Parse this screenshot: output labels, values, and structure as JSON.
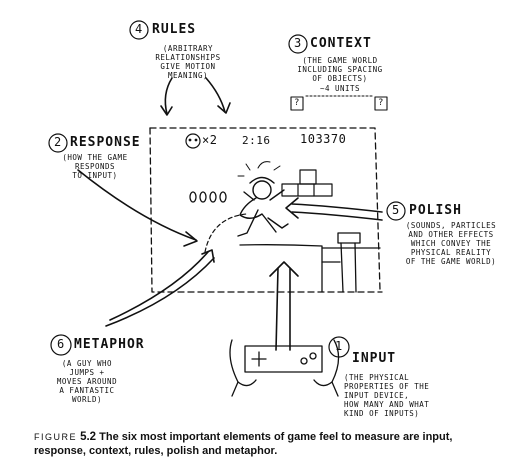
{
  "rules": {
    "number": "4",
    "title": "RULES",
    "note": "(ARBITRARY\nRELATIONSHIPS\nGIVE MOTION\nMEANING)"
  },
  "context": {
    "number": "3",
    "title": "CONTEXT",
    "note": "(THE GAME WORLD\nINCLUDING SPACING\nOF OBJECTS)",
    "spacing": "~4 UNITS",
    "block_glyph": "?"
  },
  "response": {
    "number": "2",
    "title": "RESPONSE",
    "note": "(HOW THE GAME\nRESPONDS\nTO INPUT)"
  },
  "polish": {
    "number": "5",
    "title": "POLISH",
    "note": "(SOUNDS, PARTICLES\nAND OTHER EFFECTS\nWHICH CONVEY THE\nPHYSICAL REALITY\nOF THE GAME WORLD)"
  },
  "metaphor": {
    "number": "6",
    "title": "METAPHOR",
    "note": "(A GUY WHO\nJUMPS +\nMOVES AROUND\nA FANTASTIC\nWORLD)"
  },
  "input": {
    "number": "1",
    "title": "INPUT",
    "note": "(THE PHYSICAL\nPROPERTIES OF THE\nINPUT DEVICE,\nHOW MANY AND WHAT\nKIND OF INPUTS)"
  },
  "screen": {
    "lives": "×2",
    "time": "2:16",
    "score": "103370"
  },
  "caption": {
    "figure_label": "FIGURE",
    "figure_number": "5.2",
    "text": "The six most important elements of game feel to measure are input, response, context, rules, polish and metaphor."
  }
}
